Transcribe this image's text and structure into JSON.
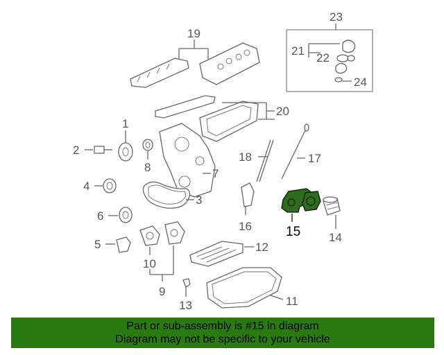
{
  "diagram": {
    "highlight_part": "15",
    "highlight_color": "#2e6b1a",
    "callouts": {
      "c1": "1",
      "c2": "2",
      "c3": "3",
      "c4": "4",
      "c5": "5",
      "c6": "6",
      "c7": "7",
      "c8": "8",
      "c9": "9",
      "c10": "10",
      "c11": "11",
      "c12": "12",
      "c13": "13",
      "c14": "14",
      "c15": "15",
      "c16": "16",
      "c17": "17",
      "c18": "18",
      "c19": "19",
      "c20": "20",
      "c21": "21",
      "c22": "22",
      "c23": "23",
      "c24": "24"
    }
  },
  "banner": {
    "line1": "Part or sub-assembly is #15 in diagram",
    "line2": "Diagram may not be specific to your vehicle",
    "color": "#2a7a12"
  }
}
